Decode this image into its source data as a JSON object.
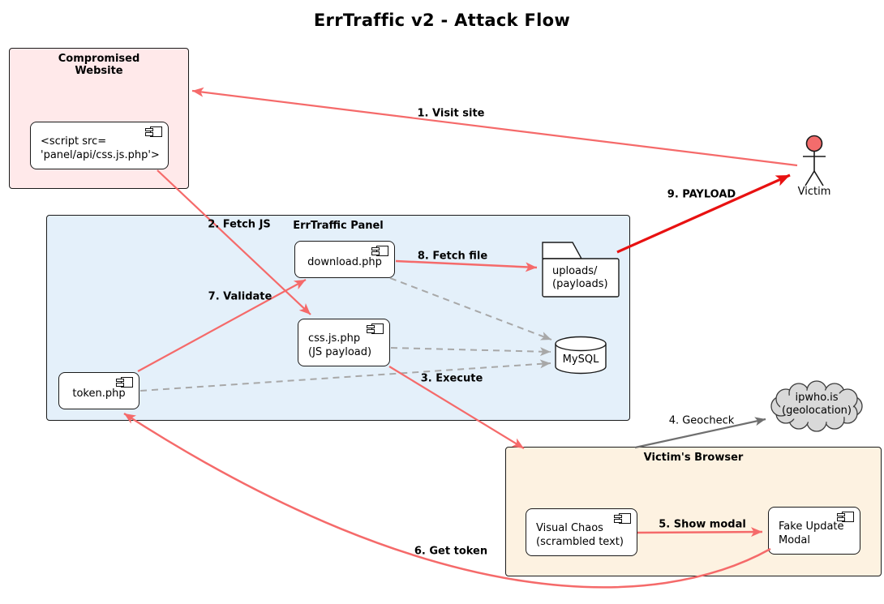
{
  "title": "ErrTraffic v2 - Attack Flow",
  "groups": {
    "compromised_website": {
      "label": "Compromised\nWebsite"
    },
    "errtraffic_panel": {
      "label": "ErrTraffic Panel"
    },
    "victims_browser": {
      "label": "Victim's Browser"
    }
  },
  "nodes": {
    "script_tag": {
      "label": "<script src=\n'panel/api/css.js.php'>",
      "type": "component"
    },
    "download_php": {
      "label": "download.php",
      "type": "component"
    },
    "css_js_php": {
      "label": "css.js.php\n(JS payload)",
      "type": "component"
    },
    "token_php": {
      "label": "token.php",
      "type": "component"
    },
    "uploads_folder": {
      "label": "uploads/\n(payloads)",
      "type": "folder"
    },
    "mysql_db": {
      "label": "MySQL",
      "type": "database"
    },
    "geo_cloud": {
      "label": "ipwho.is\n(geolocation)",
      "type": "cloud"
    },
    "victim_actor": {
      "label": "Victim",
      "type": "actor"
    },
    "visual_chaos": {
      "label": "Visual Chaos\n(scrambled text)",
      "type": "component"
    },
    "fake_update_modal": {
      "label": "Fake Update\nModal",
      "type": "component"
    }
  },
  "edges": [
    {
      "label": "1. Visit site",
      "from": "victim_actor",
      "to": "compromised_website",
      "style": "solid-salmon"
    },
    {
      "label": "2. Fetch JS",
      "from": "script_tag",
      "to": "css_js_php",
      "style": "solid-salmon"
    },
    {
      "label": "3. Execute",
      "from": "css_js_php",
      "to": "victims_browser",
      "style": "solid-salmon"
    },
    {
      "label": "4. Geocheck",
      "from": "victims_browser",
      "to": "geo_cloud",
      "style": "solid-dark-gray"
    },
    {
      "label": "5. Show modal",
      "from": "visual_chaos",
      "to": "fake_update_modal",
      "style": "solid-salmon"
    },
    {
      "label": "6. Get token",
      "from": "fake_update_modal",
      "to": "token_php",
      "style": "solid-salmon-curve"
    },
    {
      "label": "7. Validate",
      "from": "token_php",
      "to": "download_php",
      "style": "solid-salmon"
    },
    {
      "label": "8. Fetch file",
      "from": "download_php",
      "to": "uploads_folder",
      "style": "solid-salmon"
    },
    {
      "label": "9. PAYLOAD",
      "from": "uploads_folder",
      "to": "victim_actor",
      "style": "solid-red-thick"
    },
    {
      "label": "",
      "from": "download_php",
      "to": "mysql_db",
      "style": "dashed-gray"
    },
    {
      "label": "",
      "from": "css_js_php",
      "to": "mysql_db",
      "style": "dashed-gray"
    },
    {
      "label": "",
      "from": "token_php",
      "to": "mysql_db",
      "style": "dashed-gray"
    }
  ],
  "colors": {
    "arrow_salmon": "#f56a6a",
    "arrow_red": "#e81111",
    "arrow_gray_dashed": "#a8a8a8",
    "arrow_gray_dark": "#6f6f6f",
    "group_pink": "#ffe9ea",
    "group_blue": "#e4f0fa",
    "group_orange": "#fdf2e1",
    "cloud_gray": "#d9d9d9",
    "actor_head": "#f36c6c",
    "node_border": "#1a1a1a"
  },
  "icons": {
    "component_icon": "uml-component rectangle with two side tabs",
    "folder_icon": "tabbed folder shape",
    "database_icon": "cylinder",
    "cloud_icon": "scalloped cloud",
    "actor_icon": "stick figure"
  }
}
